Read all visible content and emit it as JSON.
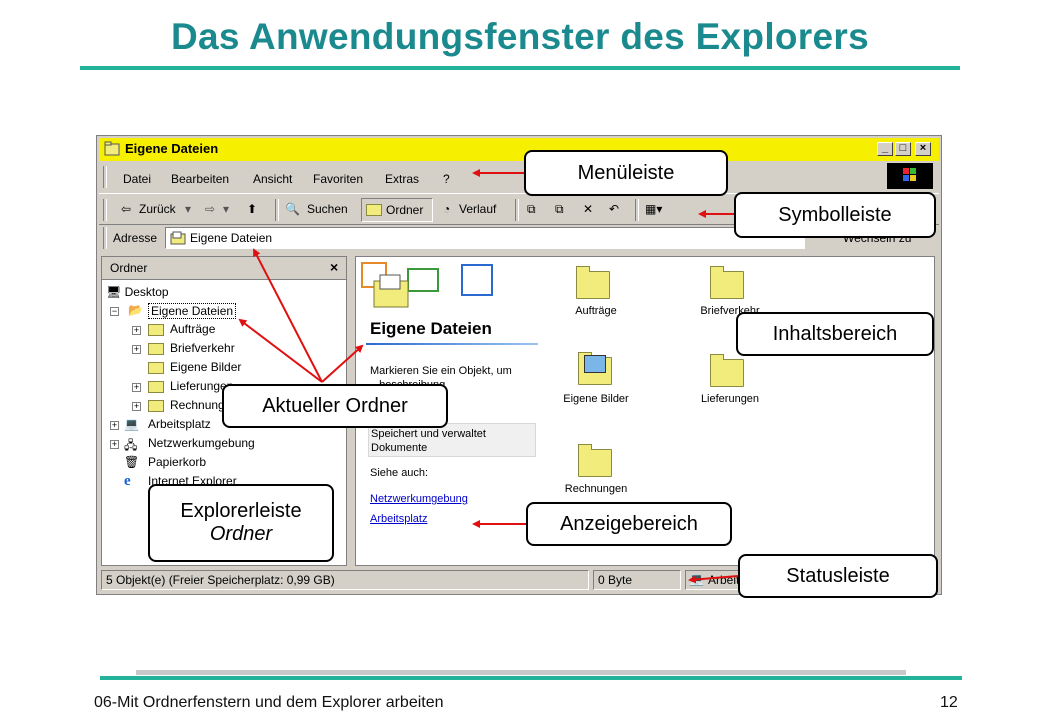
{
  "slide": {
    "title": "Das Anwendungsfenster des Explorers",
    "footer": "06-Mit Ordnerfenstern und dem Explorer arbeiten",
    "page_number": "12"
  },
  "window": {
    "title": "Eigene Dateien",
    "caption_buttons": [
      "_",
      "□",
      "×"
    ],
    "menu": [
      "Datei",
      "Bearbeiten",
      "Ansicht",
      "Favoriten",
      "Extras",
      "?"
    ],
    "toolbar": {
      "back": "Zurück",
      "search": "Suchen",
      "folders": "Ordner",
      "history": "Verlauf"
    },
    "address": {
      "label": "Adresse",
      "value": "Eigene Dateien",
      "go": "Wechseln zu"
    },
    "tree": {
      "header": "Ordner",
      "close": "×",
      "items": [
        {
          "label": "Desktop"
        },
        {
          "label": "Eigene Dateien"
        },
        {
          "label": "Aufträge"
        },
        {
          "label": "Briefverkehr"
        },
        {
          "label": "Eigene Bilder"
        },
        {
          "label": "Lieferungen"
        },
        {
          "label": "Rechnungen"
        },
        {
          "label": "Arbeitsplatz"
        },
        {
          "label": "Netzwerkumgebung"
        },
        {
          "label": "Papierkorb"
        },
        {
          "label": "Internet Explorer"
        }
      ]
    },
    "info_panel": {
      "heading": "Eigene Dateien",
      "hint_1": "Markieren Sie ein Objekt, um",
      "hint_2": "...beschreibung",
      "desc_1": "Speichert und verwaltet",
      "desc_2": "Dokumente",
      "see_also": "Siehe auch:",
      "link_1": "Netzwerkumgebung",
      "link_2": "Arbeitsplatz"
    },
    "files": [
      {
        "label": "Aufträge",
        "icon": "folder-icon"
      },
      {
        "label": "Briefverkehr",
        "icon": "folder-icon"
      },
      {
        "label": "Eigene Bilder",
        "icon": "picture-folder-icon"
      },
      {
        "label": "Lieferungen",
        "icon": "folder-icon"
      },
      {
        "label": "Rechnungen",
        "icon": "folder-icon"
      }
    ],
    "status": {
      "objects": "5 Objekt(e)  (Freier Speicherplatz: 0,99 GB)",
      "size": "0 Byte",
      "zone": "Arbeitsplatz"
    }
  },
  "callouts": {
    "menubar": "Menüleiste",
    "toolbar": "Symbolleiste",
    "content": "Inhaltsbereich",
    "current_folder": "Aktueller Ordner",
    "explorer_bar_line1": "Explorerleiste",
    "explorer_bar_line2": "Ordner",
    "display_area": "Anzeigebereich",
    "statusbar": "Statusleiste"
  },
  "colors": {
    "title": "#1a8a8e",
    "rule": "#22b39a",
    "titlebar": "#f7ef00",
    "arrow": "#e01010"
  }
}
